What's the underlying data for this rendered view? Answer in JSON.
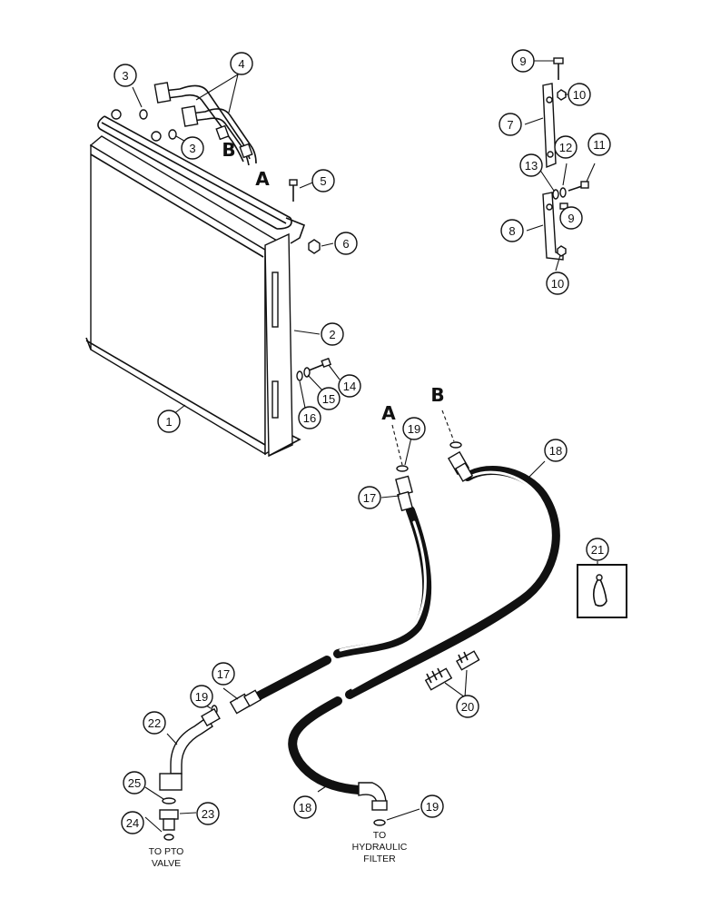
{
  "callouts": [
    "1",
    "2",
    "3",
    "3",
    "4",
    "5",
    "6",
    "7",
    "8",
    "9",
    "9",
    "10",
    "10",
    "11",
    "12",
    "13",
    "14",
    "15",
    "16",
    "17",
    "17",
    "18",
    "18",
    "19",
    "19",
    "19",
    "20",
    "21",
    "22",
    "23",
    "24",
    "25"
  ],
  "connection_letters": [
    "A",
    "B",
    "A",
    "B"
  ],
  "notes": {
    "pto_valve": [
      "TO PTO",
      "VALVE"
    ],
    "hydraulic_filter": [
      "TO",
      "HYDRAULIC",
      "FILTER"
    ]
  }
}
